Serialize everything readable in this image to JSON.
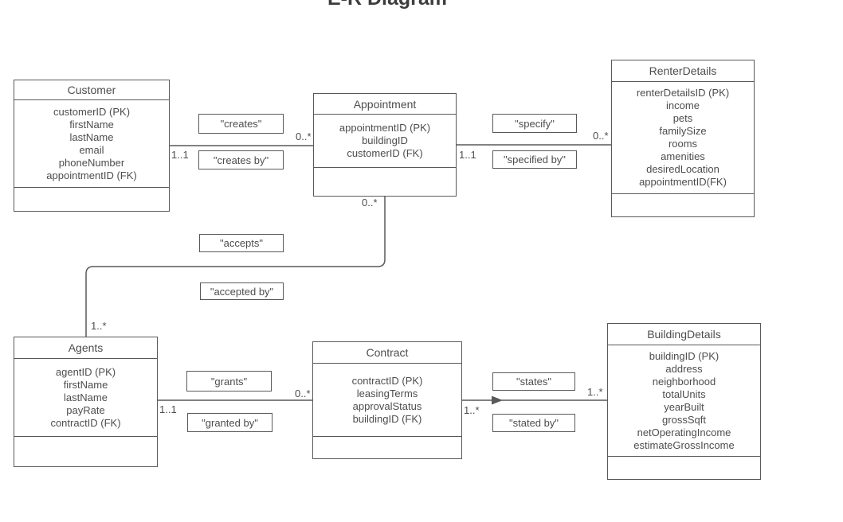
{
  "title": "E-R Diagram",
  "colors": {
    "shape_border": "#595959",
    "connector": "#595959",
    "text": "#4d4d4d",
    "title_text": "#3d3d3d",
    "canvas": "#ffffff"
  },
  "entities": [
    {
      "id": "customer",
      "name": "Customer",
      "attributes": [
        "customerID (PK)",
        "firstName",
        "lastName",
        "email",
        "phoneNumber",
        "appointmentID (FK)"
      ]
    },
    {
      "id": "appointment",
      "name": "Appointment",
      "attributes": [
        "appointmentID (PK)",
        "buildingID",
        "customerID (FK)"
      ]
    },
    {
      "id": "renter-details",
      "name": "RenterDetails",
      "attributes": [
        "renterDetailsID (PK)",
        "income",
        "pets",
        "familySize",
        "rooms",
        "amenities",
        "desiredLocation",
        "appointmentID(FK)"
      ]
    },
    {
      "id": "agents",
      "name": "Agents",
      "attributes": [
        "agentID (PK)",
        "firstName",
        "lastName",
        "payRate",
        "contractID (FK)"
      ]
    },
    {
      "id": "contract",
      "name": "Contract",
      "attributes": [
        "contractID (PK)",
        "leasingTerms",
        "approvalStatus",
        "buildingID (FK)"
      ]
    },
    {
      "id": "building-details",
      "name": "BuildingDetails",
      "attributes": [
        "buildingID (PK)",
        "address",
        "neighborhood",
        "totalUnits",
        "yearBuilt",
        "grossSqft",
        "netOperatingIncome",
        "estimateGrossIncome"
      ]
    }
  ],
  "relationship_labels": [
    {
      "id": "creates",
      "text": "\"creates\""
    },
    {
      "id": "creates-by",
      "text": "\"creates by\""
    },
    {
      "id": "specify",
      "text": "\"specify\""
    },
    {
      "id": "specified-by",
      "text": "\"specified by\""
    },
    {
      "id": "accepts",
      "text": "\"accepts\""
    },
    {
      "id": "accepted-by",
      "text": "\"accepted by\""
    },
    {
      "id": "grants",
      "text": "\"grants\""
    },
    {
      "id": "granted-by",
      "text": "\"granted by\""
    },
    {
      "id": "states",
      "text": "\"states\""
    },
    {
      "id": "stated-by",
      "text": "\"stated by\""
    }
  ],
  "cardinalities": [
    {
      "id": "customer-appointment-left",
      "text": "1..1"
    },
    {
      "id": "customer-appointment-right",
      "text": "0..*"
    },
    {
      "id": "appointment-renterdetails-left",
      "text": "1..1"
    },
    {
      "id": "appointment-renterdetails-right",
      "text": "0..*"
    },
    {
      "id": "appointment-agents-top",
      "text": "0..*"
    },
    {
      "id": "appointment-agents-bottom",
      "text": "1..*"
    },
    {
      "id": "agents-contract-left",
      "text": "1..1"
    },
    {
      "id": "agents-contract-right",
      "text": "0..*"
    },
    {
      "id": "contract-buildingdetails-left",
      "text": "1..*"
    },
    {
      "id": "contract-buildingdetails-right",
      "text": "1..*"
    }
  ]
}
